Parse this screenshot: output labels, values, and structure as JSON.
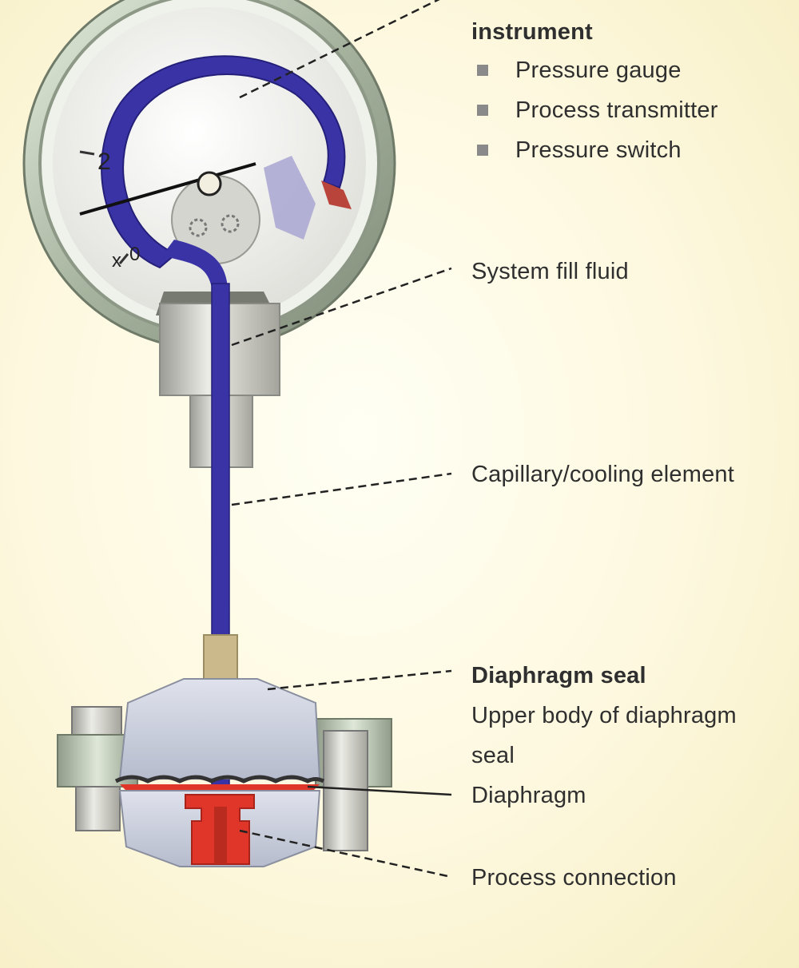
{
  "labels": {
    "instrument_title": "instrument",
    "instruments": [
      "Pressure gauge",
      "Process transmitter",
      "Pressure switch"
    ],
    "system_fill_fluid": "System fill fluid",
    "capillary": "Capillary/cooling element",
    "diaphragm_seal": "Diaphragm seal",
    "upper_body_line1": "Upper body of diaphragm",
    "upper_body_line2": "seal",
    "diaphragm": "Diaphragm",
    "process_connection": "Process connection"
  },
  "gauge": {
    "dial_numbers": [
      "2",
      "0"
    ],
    "unit_mark": "x"
  },
  "colors": {
    "fill_fluid": "#3a33a6",
    "diaphragm_part": "#e0362a",
    "housing": "#c9c9c2",
    "flange": "#a9b7a0",
    "background": "#fdf8de"
  }
}
